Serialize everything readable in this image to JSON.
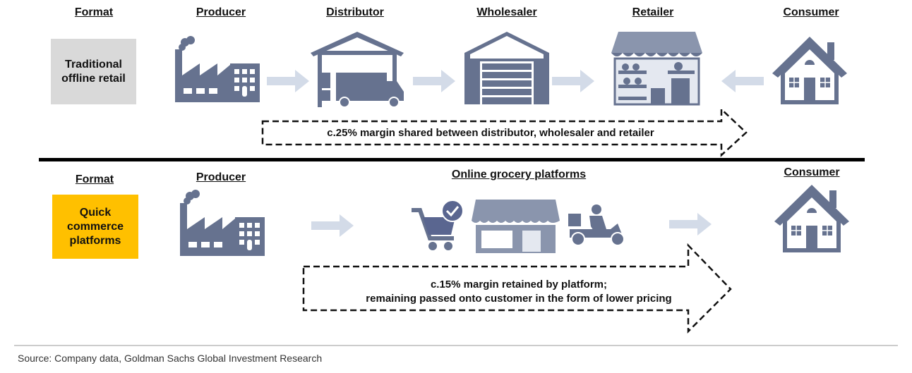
{
  "traditional": {
    "format_label": "Format",
    "format_value": "Traditional offline retail",
    "stages": [
      "Producer",
      "Distributor",
      "Wholesaler",
      "Retailer",
      "Consumer"
    ],
    "margin_note": "c.25% margin shared between distributor, wholesaler and retailer"
  },
  "quick_commerce": {
    "format_label": "Format",
    "format_value": "Quick commerce platforms",
    "stages": [
      "Producer",
      "Online grocery platforms",
      "Consumer"
    ],
    "margin_note_line1": "c.15% margin retained by platform;",
    "margin_note_line2": "remaining passed onto customer in the form of lower pricing"
  },
  "source": "Source: Company data, Goldman Sachs Global Investment Research",
  "colors": {
    "icon": "#66728f",
    "arrow": "#d3dbe8",
    "format_gray": "#d9d9d9",
    "format_yellow": "#ffc000"
  }
}
